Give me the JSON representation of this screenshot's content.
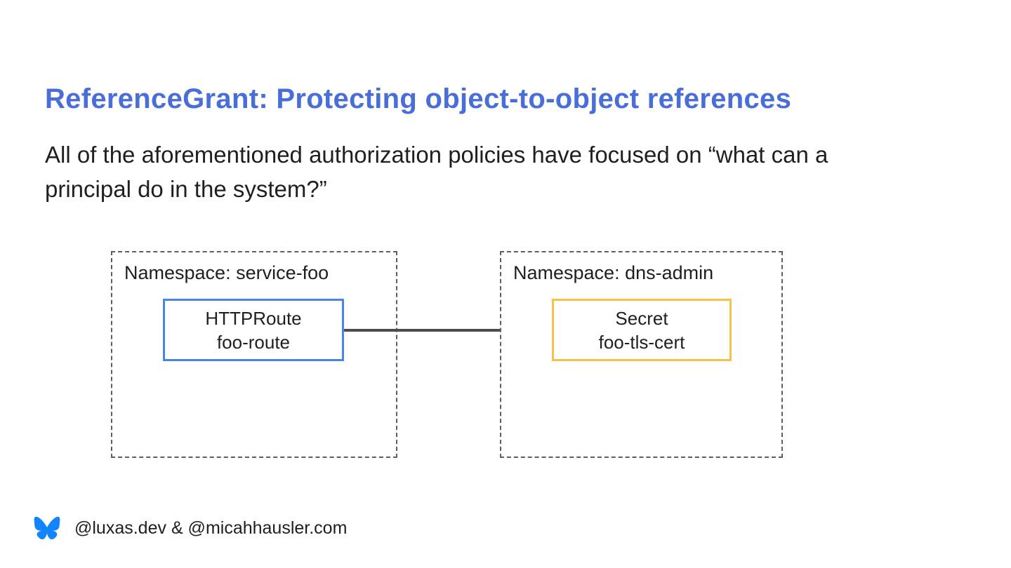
{
  "slide": {
    "title": "ReferenceGrant: Protecting object-to-object references",
    "body": {
      "line1": "All of the aforementioned authorization policies have focused on “what can a",
      "line2": "principal do in the system?”"
    }
  },
  "diagram": {
    "left": {
      "label": "Namespace: service-foo",
      "node": {
        "kind": "HTTPRoute",
        "name": "foo-route"
      }
    },
    "right": {
      "label": "Namespace: dns-admin",
      "node": {
        "kind": "Secret",
        "name": "foo-tls-cert"
      }
    },
    "arrow": "httproute-references-secret"
  },
  "footer": {
    "handles": "@luxas.dev & @micahhausler.com"
  },
  "colors": {
    "title_blue": "#4a6ed8",
    "node_blue_border": "#4a86e8",
    "node_yellow_border": "#f6c34a",
    "dashed_border": "#5f5f5f",
    "arrow_gray": "#4d4d4d",
    "text_dark": "#1f1f1f",
    "bluesky_blue": "#1185fe"
  }
}
